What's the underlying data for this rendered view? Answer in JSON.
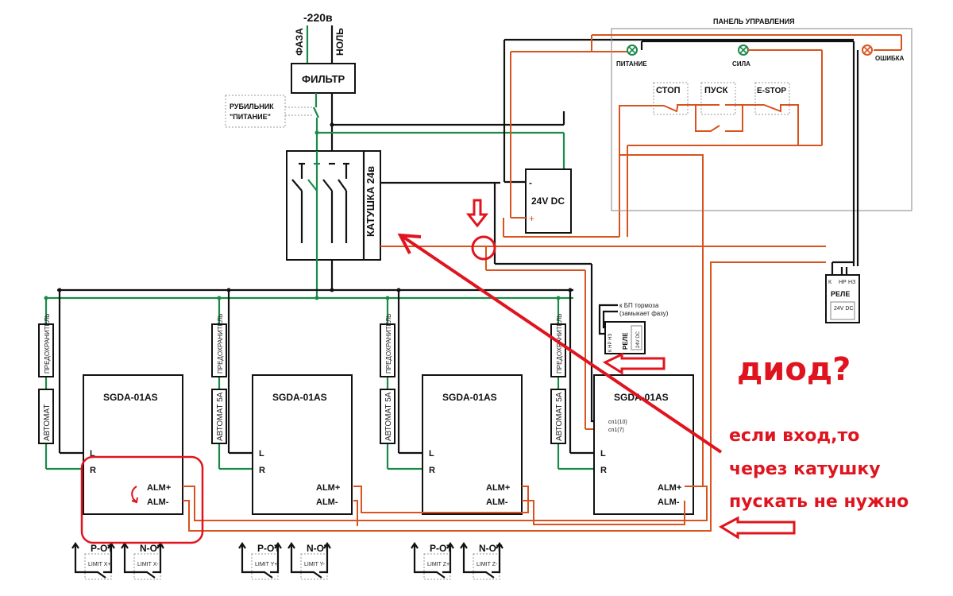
{
  "power": {
    "supply_label": "-220в",
    "phase_label": "ФАЗА",
    "neutral_label": "НОЛЬ",
    "filter_label": "ФИЛЬТР",
    "switch_label_line1": "РУБИЛЬНИК",
    "switch_label_line2": "\"ПИТАНИЕ\"",
    "contactor_coil_label": "КАТУШКА 24в",
    "psu_label": "24V DC",
    "psu_minus": "-",
    "psu_plus": "+"
  },
  "control_panel": {
    "title": "ПАНЕЛЬ УПРАВЛЕНИЯ",
    "lamps": [
      {
        "label": "ПИТАНИЕ",
        "color": "#1a8a4a"
      },
      {
        "label": "СИЛА",
        "color": "#1a8a4a"
      },
      {
        "label": "ОШИБКА",
        "color": "#d9531e"
      }
    ],
    "buttons": [
      {
        "label": "СТОП"
      },
      {
        "label": "ПУСК"
      },
      {
        "label": "E-STOP"
      }
    ]
  },
  "relay_right": {
    "title": "РЕЛЕ",
    "coil": "24V DC",
    "pin_k": "К",
    "pin_no": "НР",
    "pin_nc": "НЗ"
  },
  "relay_brake": {
    "title": "РЕЛЕ",
    "coil": "24V DC",
    "pins": "К  НР НЗ",
    "note_line1": "к БП тормоза",
    "note_line2": "(замыкает фазу)"
  },
  "drives": [
    {
      "model": "SGDA-01AS",
      "fuse": "ПРЕДОХРАНИТЕЛЬ",
      "breaker": "АВТОМАТ",
      "l": "L",
      "r": "R",
      "alm_plus": "ALM+",
      "alm_minus": "ALM-"
    },
    {
      "model": "SGDA-01AS",
      "fuse": "ПРЕДОХРАНИТЕЛЬ",
      "breaker": "АВТОМАТ 5А",
      "l": "L",
      "r": "R",
      "alm_plus": "ALM+",
      "alm_minus": "ALM-"
    },
    {
      "model": "SGDA-01AS",
      "fuse": "ПРЕДОХРАНИТЕЛЬ",
      "breaker": "АВТОМАТ 5А",
      "l": "L",
      "r": "R",
      "alm_plus": "ALM+",
      "alm_minus": "ALM-"
    },
    {
      "model": "SGDA-01AS",
      "fuse": "ПРЕДОХРАНИТЕЛЬ",
      "breaker": "АВТОМАТ 5А",
      "l": "L",
      "r": "R",
      "alm_plus": "ALM+",
      "alm_minus": "ALM-",
      "cn1_10": "cn1(10)",
      "cn1_7": "cn1(7)"
    }
  ],
  "limits": [
    {
      "p_label": "P-OT",
      "n_label": "N-OT",
      "p_switch": "LIMIT X+",
      "n_switch": "LIMIT X-"
    },
    {
      "p_label": "P-OT",
      "n_label": "N-OT",
      "p_switch": "LIMIT Y+",
      "n_switch": "LIMIT Y-"
    },
    {
      "p_label": "P-OT",
      "n_label": "N-OT",
      "p_switch": "LIMIT Z+",
      "n_switch": "LIMIT Z-"
    }
  ],
  "annotations": {
    "question": "диод?",
    "note_line1": "если вход,то",
    "note_line2": "через катушку",
    "note_line3": "пускать не нужно",
    "color": "#e0141e"
  }
}
